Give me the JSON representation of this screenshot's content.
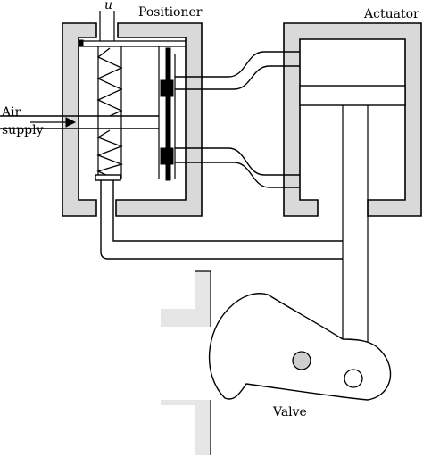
{
  "labels": {
    "input_signal": "u",
    "positioner": "Positioner",
    "actuator": "Actuator",
    "air_supply_line1": "Air",
    "air_supply_line2": "supply",
    "valve": "Valve"
  }
}
